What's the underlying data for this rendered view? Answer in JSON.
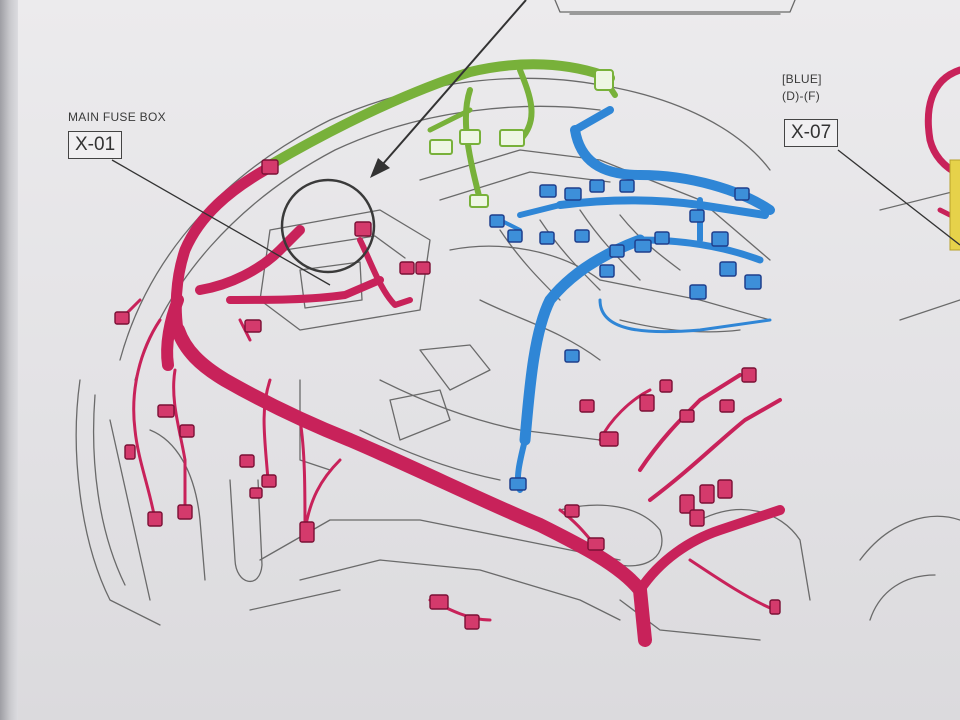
{
  "callouts": {
    "main_fuse_box": {
      "title": "MAIN FUSE BOX",
      "code": "X-01"
    },
    "blue_connector": {
      "color_tag": "[BLUE]",
      "range": "(D)-(F)",
      "code": "X-07"
    }
  },
  "colors": {
    "page": "#e8e7ea",
    "line_art": "#6a6a6a",
    "harness_red": "#c8225a",
    "harness_blue": "#2f86d6",
    "harness_green": "#78b13a",
    "connector_dark": "#1f3f8c"
  },
  "icons": {
    "arrow": "leader-arrow",
    "circle": "highlight-circle"
  }
}
